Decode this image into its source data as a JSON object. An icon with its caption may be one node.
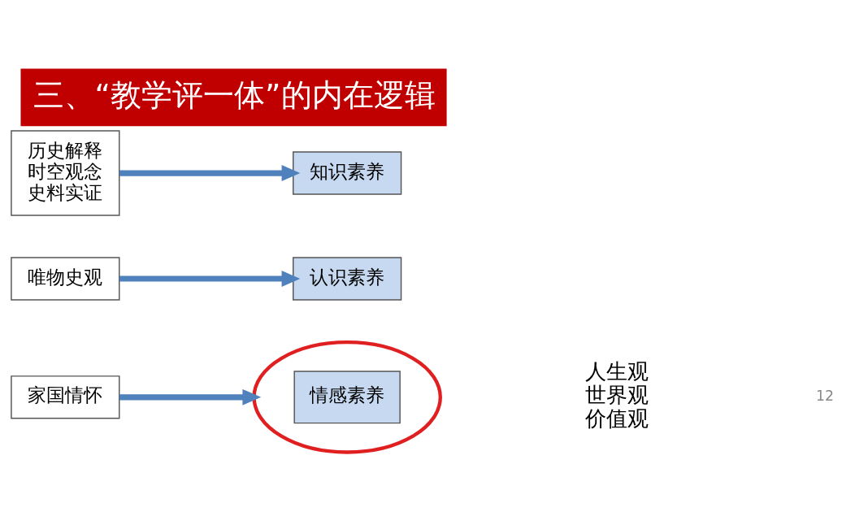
{
  "diagram": {
    "title": "三、“教学评一体”的内在逻辑",
    "nodes": [
      {
        "text": [
          "历史解释",
          "时空观念",
          "史料实证"
        ]
      },
      {
        "text": [
          "知识素养"
        ]
      },
      {
        "text": [
          "唯物史观"
        ]
      },
      {
        "text": [
          "认识素养"
        ]
      },
      {
        "text": [
          "家国情怀"
        ]
      },
      {
        "text": [
          "情感素养"
        ]
      }
    ],
    "edges": [
      {
        "from": 0,
        "to": 1,
        "arrow": "to"
      },
      {
        "from": 2,
        "to": 3,
        "arrow": "to"
      },
      {
        "from": 4,
        "to": 5,
        "arrow": "to"
      }
    ],
    "labels": [
      "人生观",
      "世界观",
      "价值观",
      "12"
    ]
  }
}
